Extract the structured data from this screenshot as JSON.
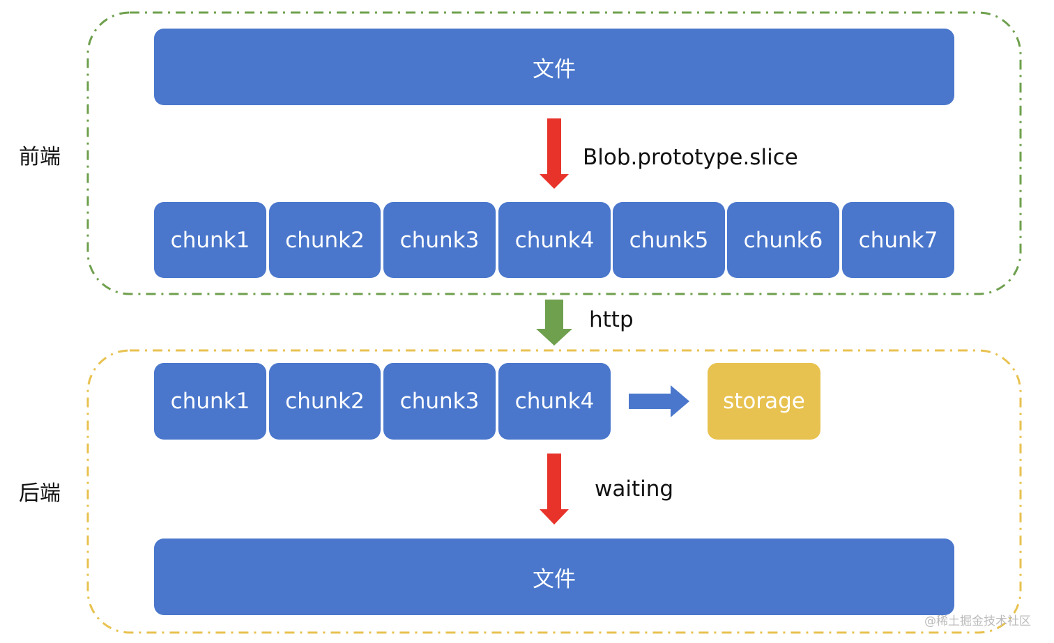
{
  "frontend": {
    "label": "前端",
    "file_label": "文件",
    "slice_label": "Blob.prototype.slice",
    "chunks": [
      "chunk1",
      "chunk2",
      "chunk3",
      "chunk4",
      "chunk5",
      "chunk6",
      "chunk7"
    ]
  },
  "transfer_label": "http",
  "backend": {
    "label": "后端",
    "chunks": [
      "chunk1",
      "chunk2",
      "chunk3",
      "chunk4"
    ],
    "storage_label": "storage",
    "waiting_label": "waiting",
    "file_label": "文件"
  },
  "watermark": "@稀土掘金技术社区",
  "colors": {
    "box": "#4a77cc",
    "storage": "#e8c250",
    "front_border": "#6fa04e",
    "back_border": "#e8c250",
    "red": "#e8332a",
    "green": "#6fa04e"
  }
}
